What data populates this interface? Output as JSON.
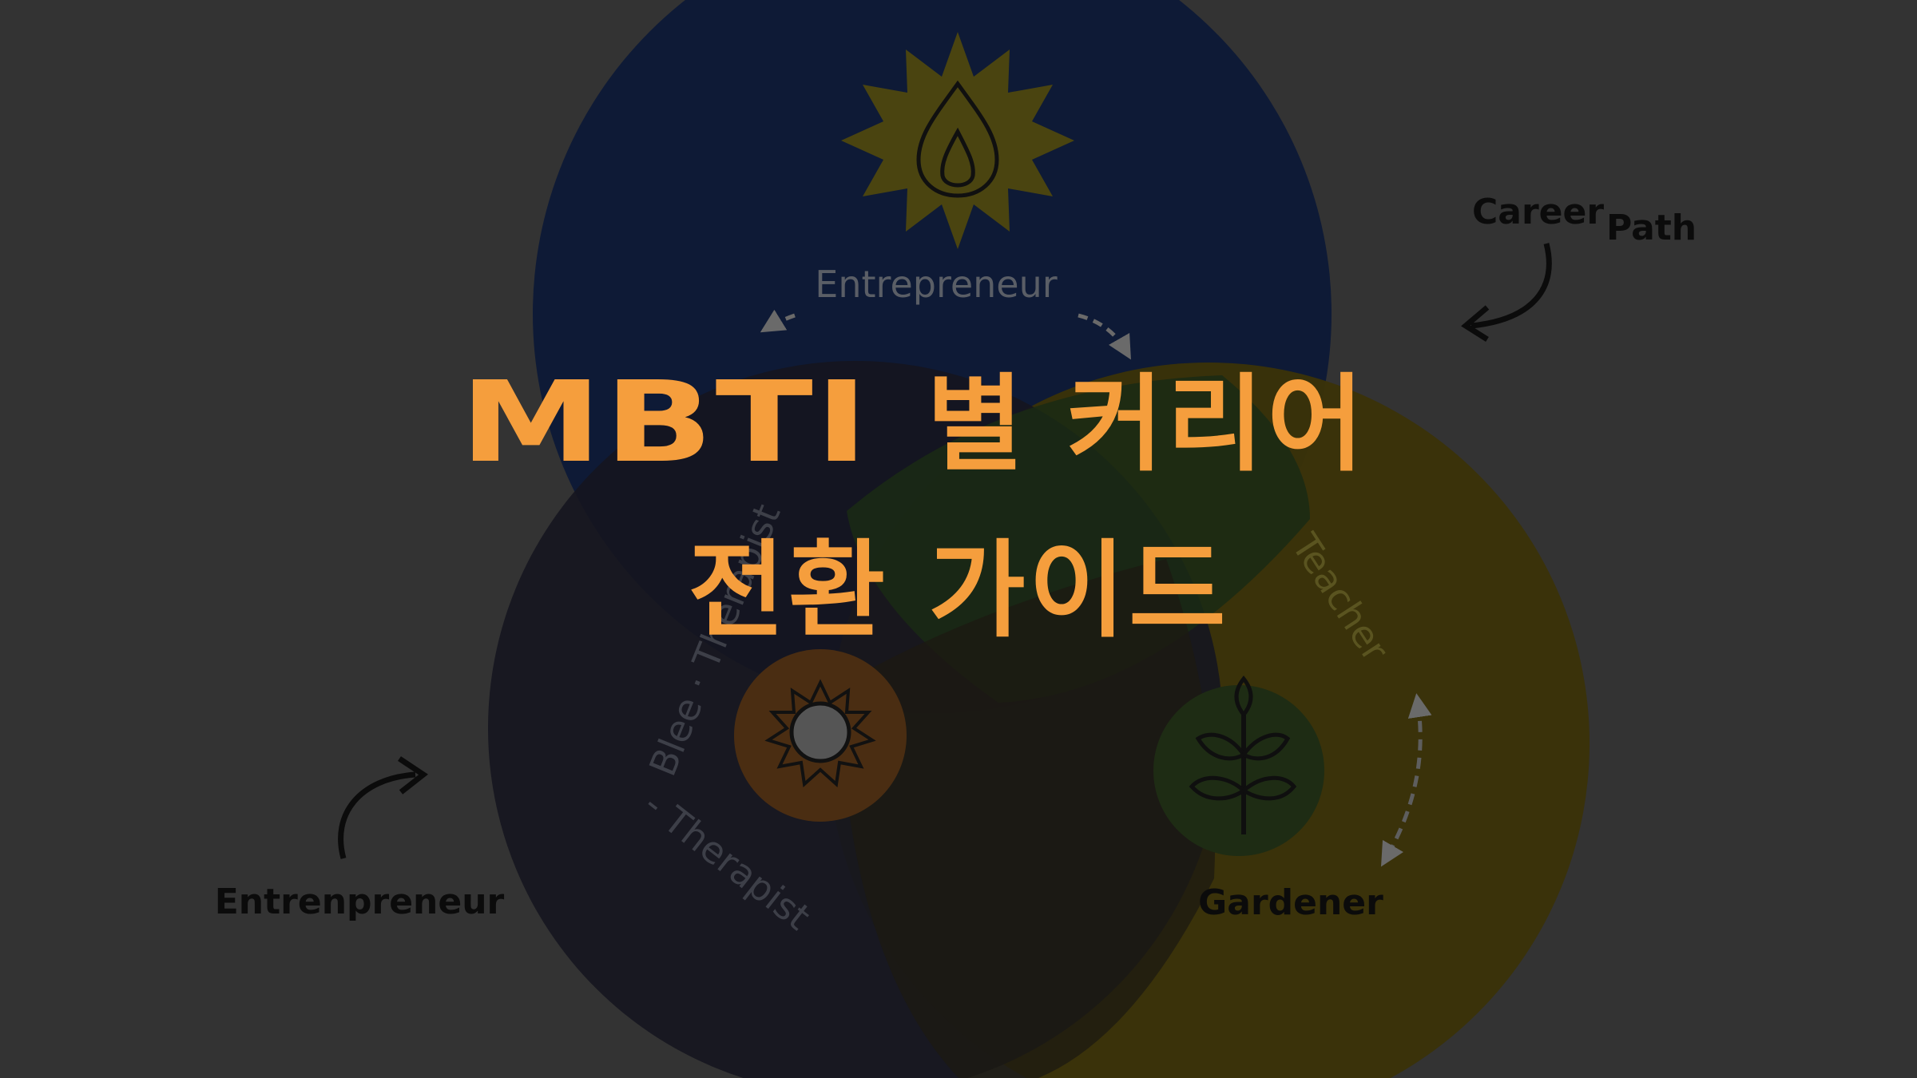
{
  "diagram": {
    "top_circle_label": "Entrepreneur",
    "left_arc_upper": "Blee · Therapist",
    "left_arc_lower": "- Therapist",
    "right_arc_label": "Teacher",
    "left_bottom_label": "Entrenpreneur",
    "right_bottom_label": "Gardener",
    "corner_label_1": "Career",
    "corner_label_2": "Path",
    "colors": {
      "background": "#333333",
      "blue_circle": "#0e1a36",
      "yellow_circle": "#3a3208",
      "dark_circle": "#15151f",
      "title": "#f59e3d"
    },
    "icons": [
      "flame-sun-icon",
      "sun-icon",
      "plant-icon",
      "curved-arrow-icon"
    ]
  },
  "title": {
    "line1_latin": "MBTI",
    "line1_korean": "별 커리어",
    "line2": "전환 가이드"
  }
}
